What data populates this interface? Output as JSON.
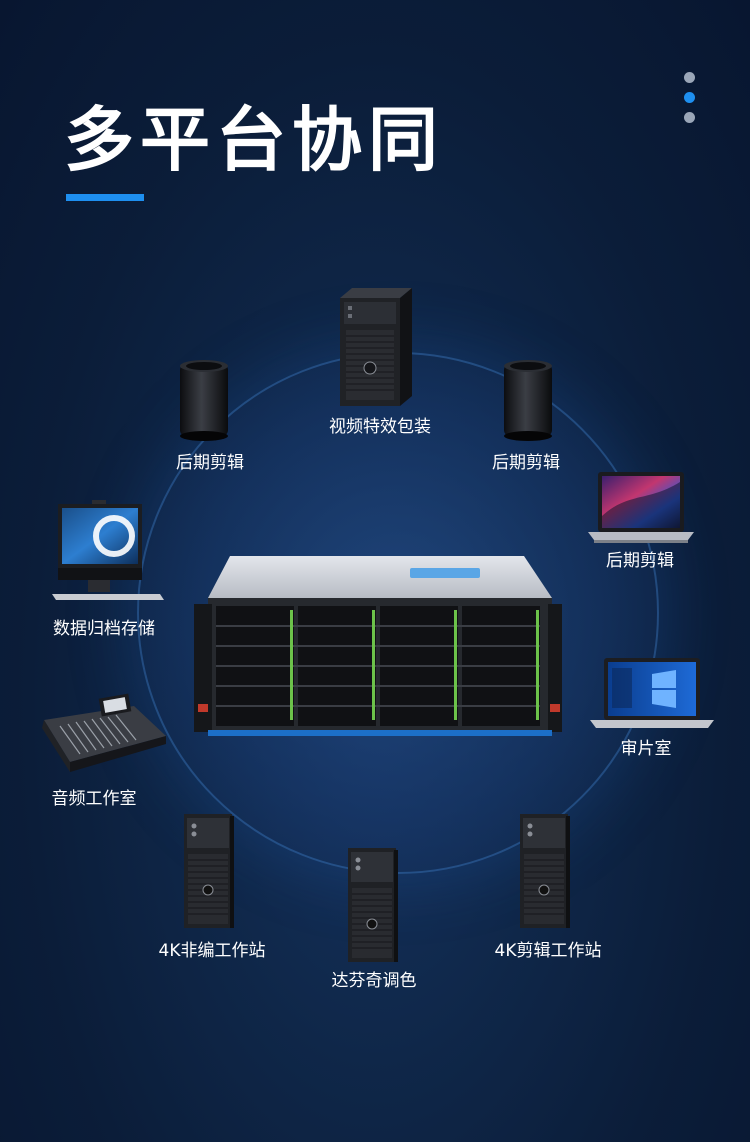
{
  "title": "多平台协同",
  "colors": {
    "accent": "#1e8ff0",
    "background": "#0d2141",
    "text": "#ffffff"
  },
  "pagination": {
    "dots": 3,
    "active_index": 1
  },
  "devices": [
    {
      "label": "视频特效包装",
      "icon": "tower-workstation-icon"
    },
    {
      "label": "后期剪辑",
      "icon": "mac-pro-icon"
    },
    {
      "label": "后期剪辑",
      "icon": "mac-pro-icon"
    },
    {
      "label": "后期剪辑",
      "icon": "macbook-laptop-icon"
    },
    {
      "label": "数据归档存储",
      "icon": "all-in-one-pc-icon"
    },
    {
      "label": "审片室",
      "icon": "windows-laptop-icon"
    },
    {
      "label": "音频工作室",
      "icon": "audio-mixer-console-icon"
    },
    {
      "label": "4K非编工作站",
      "icon": "tower-workstation-icon"
    },
    {
      "label": "达芬奇调色",
      "icon": "tower-workstation-icon"
    },
    {
      "label": "4K剪辑工作站",
      "icon": "tower-workstation-icon"
    }
  ],
  "center_device": {
    "icon": "rack-storage-server-icon"
  }
}
